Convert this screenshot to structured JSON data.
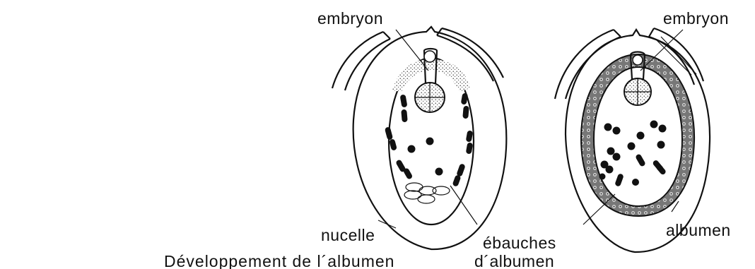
{
  "caption": "Développement de l´albumen",
  "left_figure": {
    "label_embryo": "embryon",
    "label_nucellus": "nucelle",
    "label_endosperm_primordia_line1": "ébauches",
    "label_endosperm_primordia_line2": "d´albumen"
  },
  "right_figure": {
    "label_embryo": "embryon",
    "label_endosperm": "albumen"
  },
  "colors": {
    "ink": "#111111",
    "stipple": "#555555",
    "background": "#ffffff"
  }
}
